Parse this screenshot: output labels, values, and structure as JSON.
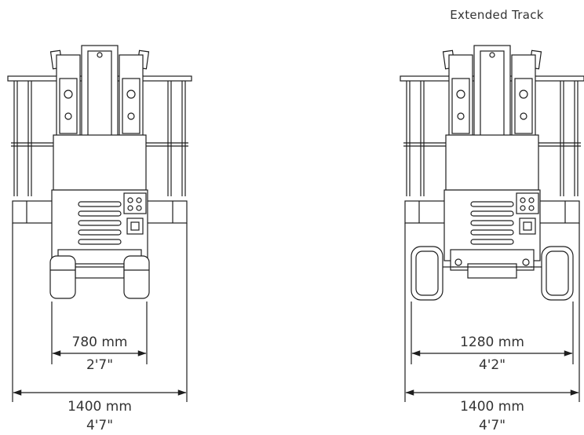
{
  "title": "Extended Track",
  "views": [
    {
      "inner_width_mm": "780 mm",
      "inner_width_ft": "2'7\"",
      "outer_width_mm": "1400 mm",
      "outer_width_ft": "4'7\""
    },
    {
      "inner_width_mm": "1280 mm",
      "inner_width_ft": "4'2\"",
      "outer_width_mm": "1400 mm",
      "outer_width_ft": "4'7\""
    }
  ],
  "colors": {
    "line": "#1e1e1e",
    "text": "#333333"
  }
}
